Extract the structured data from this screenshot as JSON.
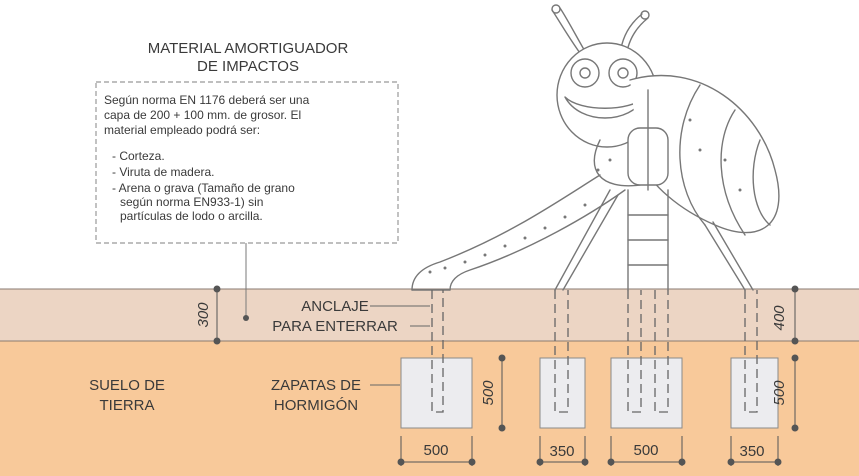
{
  "colors": {
    "topsoil": "#ecd5c4",
    "subsoil": "#f8c99a",
    "footing": "#ececef",
    "line": "#7a7a7a",
    "text": "#3a3a3a"
  },
  "impact_material": {
    "title_line1": "MATERIAL AMORTIGUADOR",
    "title_line2": "DE IMPACTOS",
    "para_line1": "Según norma EN 1176 deberá ser una",
    "para_line2": "capa de 200 + 100 mm. de grosor. El",
    "para_line3": "material empleado podrá ser:",
    "item1": "- Corteza.",
    "item2": "- Viruta de madera.",
    "item3_line1": "- Arena o grava (Tamaño de grano",
    "item3_line2": "según norma EN933-1) sin",
    "item3_line3": "partículas de lodo o arcilla."
  },
  "labels": {
    "anchor_line1": "ANCLAJE",
    "anchor_line2": "PARA ENTERRAR",
    "soil_line1": "SUELO DE",
    "soil_line2": "TIERRA",
    "footings_line1": "ZAPATAS DE",
    "footings_line2": "HORMIGÓN"
  },
  "dimensions": {
    "layer_left": "300",
    "layer_right": "400",
    "depth_left": "500",
    "depth_right": "500",
    "width_1": "500",
    "width_2": "350",
    "width_3": "500",
    "width_4": "350"
  },
  "icons": {
    "bee": "bee-slide-icon"
  }
}
